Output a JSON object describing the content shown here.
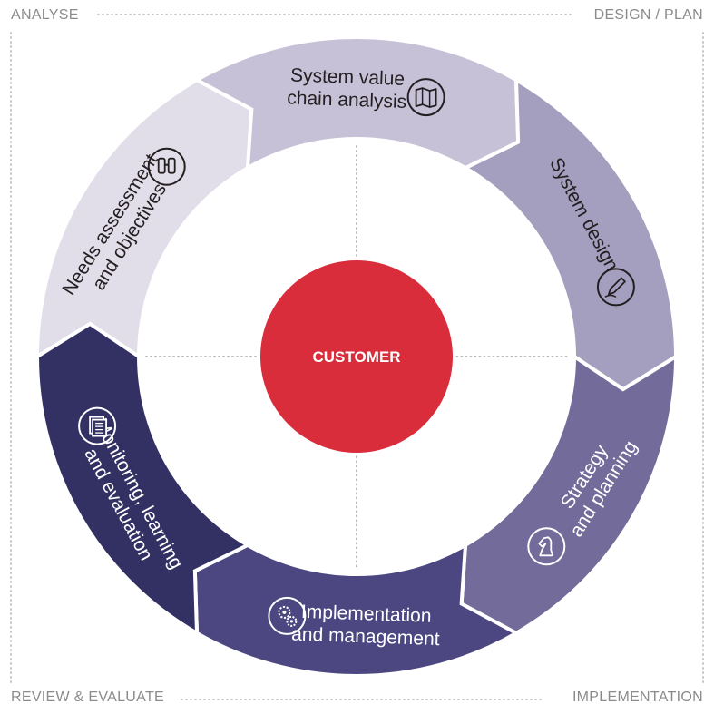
{
  "corners": {
    "top_left": "ANALYSE",
    "top_right": "DESIGN / PLAN",
    "bottom_left": "REVIEW & EVALUATE",
    "bottom_right": "IMPLEMENTATION"
  },
  "center": {
    "label": "CUSTOMER",
    "color": "#d92d3c"
  },
  "segments": [
    {
      "id": "needs",
      "lines": [
        "Needs assessment",
        "and objectives"
      ],
      "color": "#e1dde9",
      "text_color": "#231f20",
      "icon": "binoculars-icon"
    },
    {
      "id": "value",
      "lines": [
        "System value",
        "chain analysis"
      ],
      "color": "#c7c1d8",
      "text_color": "#231f20",
      "icon": "map-icon"
    },
    {
      "id": "design",
      "lines": [
        "System design"
      ],
      "color": "#a59fbf",
      "text_color": "#231f20",
      "icon": "pencil-icon"
    },
    {
      "id": "strategy",
      "lines": [
        "Strategy",
        "and planning"
      ],
      "color": "#736b99",
      "text_color": "#ffffff",
      "icon": "chess-knight-icon"
    },
    {
      "id": "implementation",
      "lines": [
        "Implementation",
        "and management"
      ],
      "color": "#4c4780",
      "text_color": "#ffffff",
      "icon": "gears-icon"
    },
    {
      "id": "monitoring",
      "lines": [
        "Monitoring, learning",
        "and evaluation"
      ],
      "color": "#333163",
      "text_color": "#ffffff",
      "icon": "documents-icon"
    }
  ],
  "colors": {
    "border_dots": "#c8c8c8",
    "corner_text": "#8b8b8b"
  }
}
